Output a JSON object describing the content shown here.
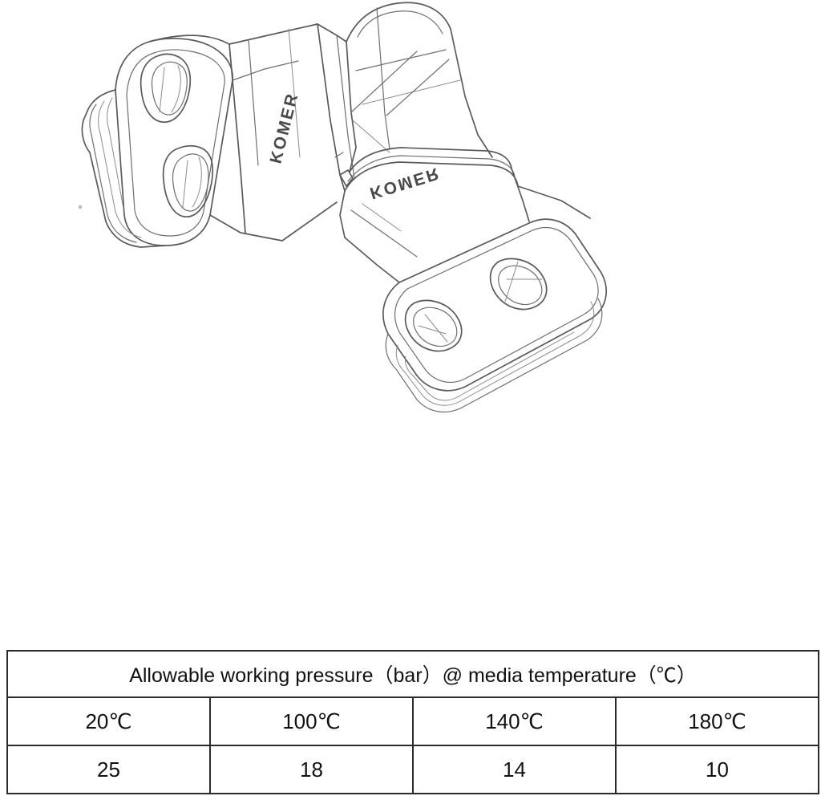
{
  "figure": {
    "alt_description": "Line drawing of a 90 degree push-fit elbow pipe fitting",
    "brand_text": "KOMER",
    "brand_instances": 2
  },
  "spec_table": {
    "header": "Allowable working pressure（bar）@ media temperature（℃）",
    "header_parts": {
      "pressure_label": "Allowable working pressure",
      "pressure_unit": "（bar）",
      "at_symbol": "@",
      "temperature_label": "media temperature",
      "temperature_unit": "（℃）"
    },
    "columns": [
      {
        "temperature": "20℃",
        "pressure": "25"
      },
      {
        "temperature": "100℃",
        "pressure": "18"
      },
      {
        "temperature": "140℃",
        "pressure": "14"
      },
      {
        "temperature": "180℃",
        "pressure": "10"
      }
    ]
  },
  "chart_data": {
    "type": "table",
    "title": "Allowable working pressure（bar）@ media temperature（℃）",
    "xlabel": "media temperature (℃)",
    "ylabel": "allowable working pressure (bar)",
    "categories": [
      "20℃",
      "100℃",
      "140℃",
      "180℃"
    ],
    "x": [
      20,
      100,
      140,
      180
    ],
    "values": [
      25,
      18,
      14,
      10
    ],
    "series": [
      {
        "name": "Allowable working pressure (bar)",
        "values": [
          25,
          18,
          14,
          10
        ]
      }
    ],
    "row_headers": [
      "20℃",
      "100℃",
      "140℃",
      "180℃"
    ],
    "row_values": [
      "25",
      "18",
      "14",
      "10"
    ],
    "grid": false,
    "legend": "none"
  },
  "colors": {
    "background": "#ffffff",
    "table_border": "#2b2b2b",
    "text": "#111111",
    "drawing_line": "#5a5a5c"
  }
}
